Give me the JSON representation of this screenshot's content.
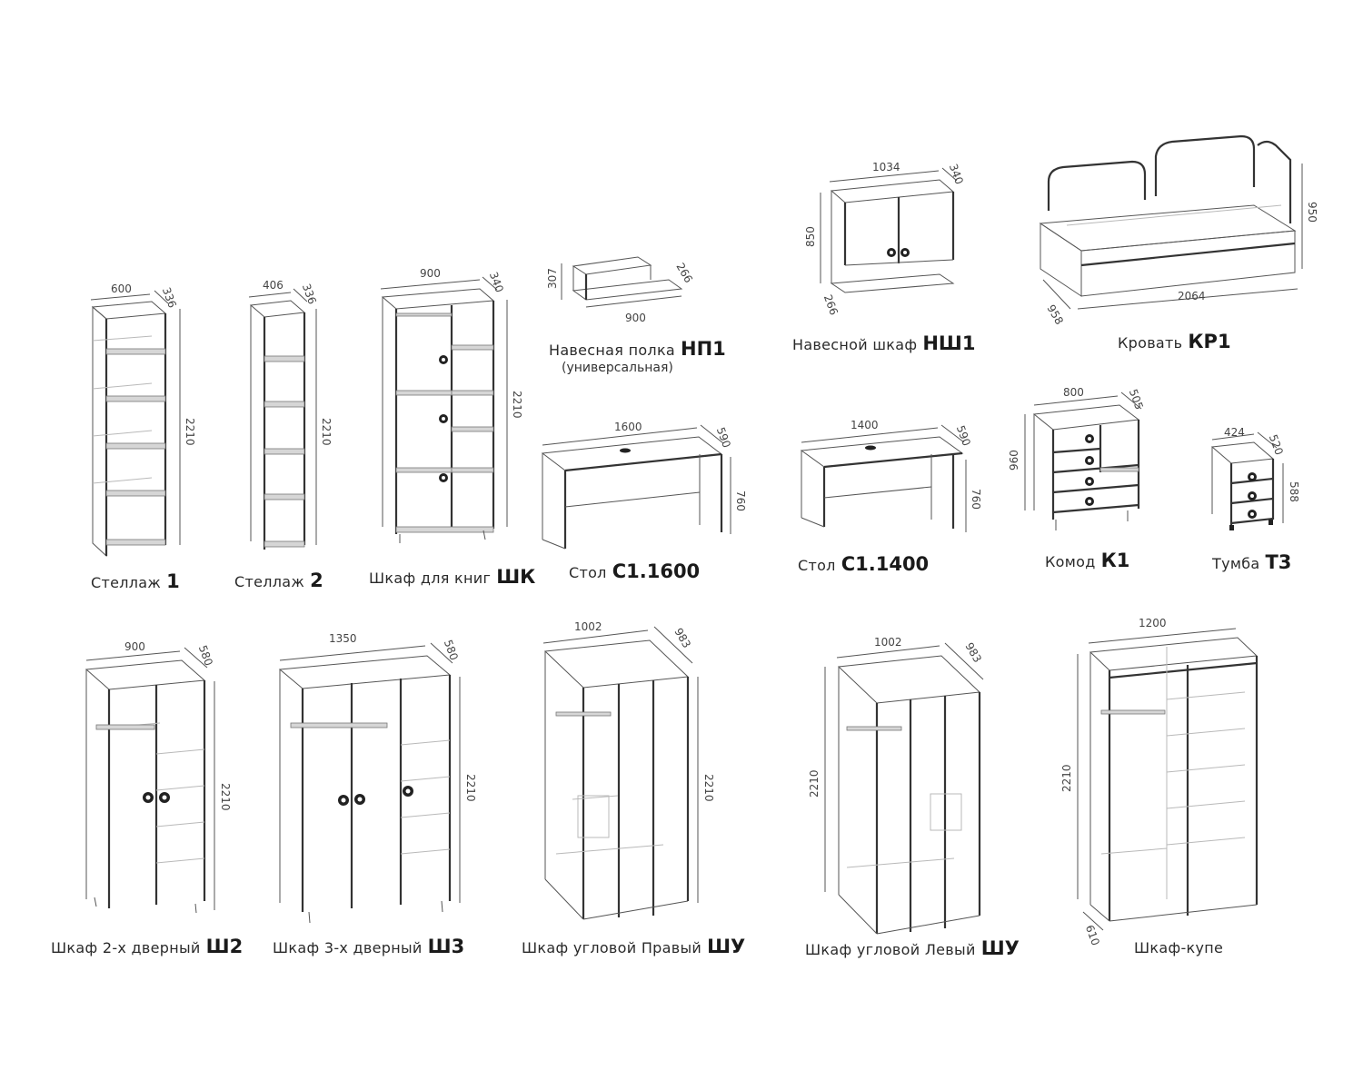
{
  "items": {
    "stellazh1": {
      "name": "Стеллаж",
      "code": "1",
      "dims": {
        "width": "600",
        "depth": "336",
        "height": "2210"
      }
    },
    "stellazh2": {
      "name": "Стеллаж",
      "code": "2",
      "dims": {
        "width": "406",
        "depth": "336",
        "height": "2210"
      }
    },
    "shk": {
      "name": "Шкаф для книг",
      "code": "ШК",
      "dims": {
        "width": "900",
        "depth": "340",
        "height": "2210"
      }
    },
    "np1": {
      "name": "Навесная полка",
      "code": "НП1",
      "subtitle": "(универсальная)",
      "dims": {
        "width": "900",
        "depth": "266",
        "height": "307"
      }
    },
    "nsh1": {
      "name": "Навесной шкаф",
      "code": "НШ1",
      "dims": {
        "width": "1034",
        "depth": "340",
        "height": "850",
        "depth2": "266"
      }
    },
    "kr1": {
      "name": "Кровать",
      "code": "КР1",
      "dims": {
        "width": "2064",
        "depth": "958",
        "height": "950"
      }
    },
    "s1600": {
      "name": "Стол",
      "code": "С1.1600",
      "dims": {
        "width": "1600",
        "depth": "590",
        "height": "760"
      }
    },
    "s1400": {
      "name": "Стол",
      "code": "С1.1400",
      "dims": {
        "width": "1400",
        "depth": "590",
        "height": "760"
      }
    },
    "k1": {
      "name": "Комод",
      "code": "К1",
      "dims": {
        "width": "800",
        "depth": "505",
        "height": "960"
      }
    },
    "t3": {
      "name": "Тумба",
      "code": "Т3",
      "dims": {
        "width": "424",
        "depth": "520",
        "height": "588"
      }
    },
    "sh2": {
      "name": "Шкаф 2-х дверный",
      "code": "Ш2",
      "dims": {
        "width": "900",
        "depth": "580",
        "height": "2210"
      }
    },
    "sh3": {
      "name": "Шкаф 3-х дверный",
      "code": "Ш3",
      "dims": {
        "width": "1350",
        "depth": "580",
        "height": "2210"
      }
    },
    "shu_right": {
      "name": "Шкаф угловой Правый",
      "code": "ШУ",
      "dims": {
        "width": "1002",
        "depth": "983",
        "height": "2210"
      }
    },
    "shu_left": {
      "name": "Шкаф угловой Левый",
      "code": "ШУ",
      "dims": {
        "width": "1002",
        "depth": "983",
        "height": "2210"
      }
    },
    "kupe": {
      "name": "Шкаф-купе",
      "code": "",
      "dims": {
        "width": "1200",
        "depth": "610",
        "height": "2210"
      }
    }
  }
}
